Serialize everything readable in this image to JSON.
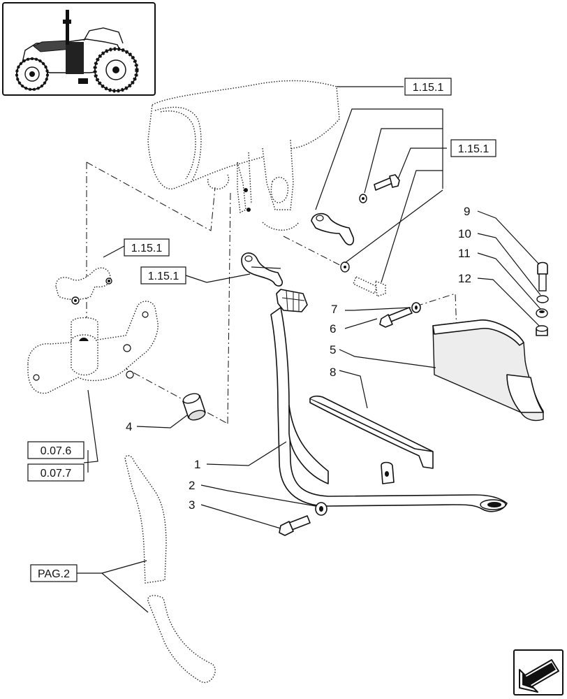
{
  "references": {
    "r1": "1.15.1",
    "r2": "1.15.1",
    "r3": "1.15.1",
    "r4": "1.15.1",
    "r5": "0.07.6",
    "r6": "0.07.7",
    "r7": "PAG.2"
  },
  "callouts": {
    "c1": "1",
    "c2": "2",
    "c3": "3",
    "c4": "4",
    "c5": "5",
    "c6": "6",
    "c7": "7",
    "c8": "8",
    "c9": "9",
    "c10": "10",
    "c11": "11",
    "c12": "12"
  },
  "icons": {
    "thumbnail": "tractor-icon",
    "navigation": "next-page-arrow-icon"
  }
}
